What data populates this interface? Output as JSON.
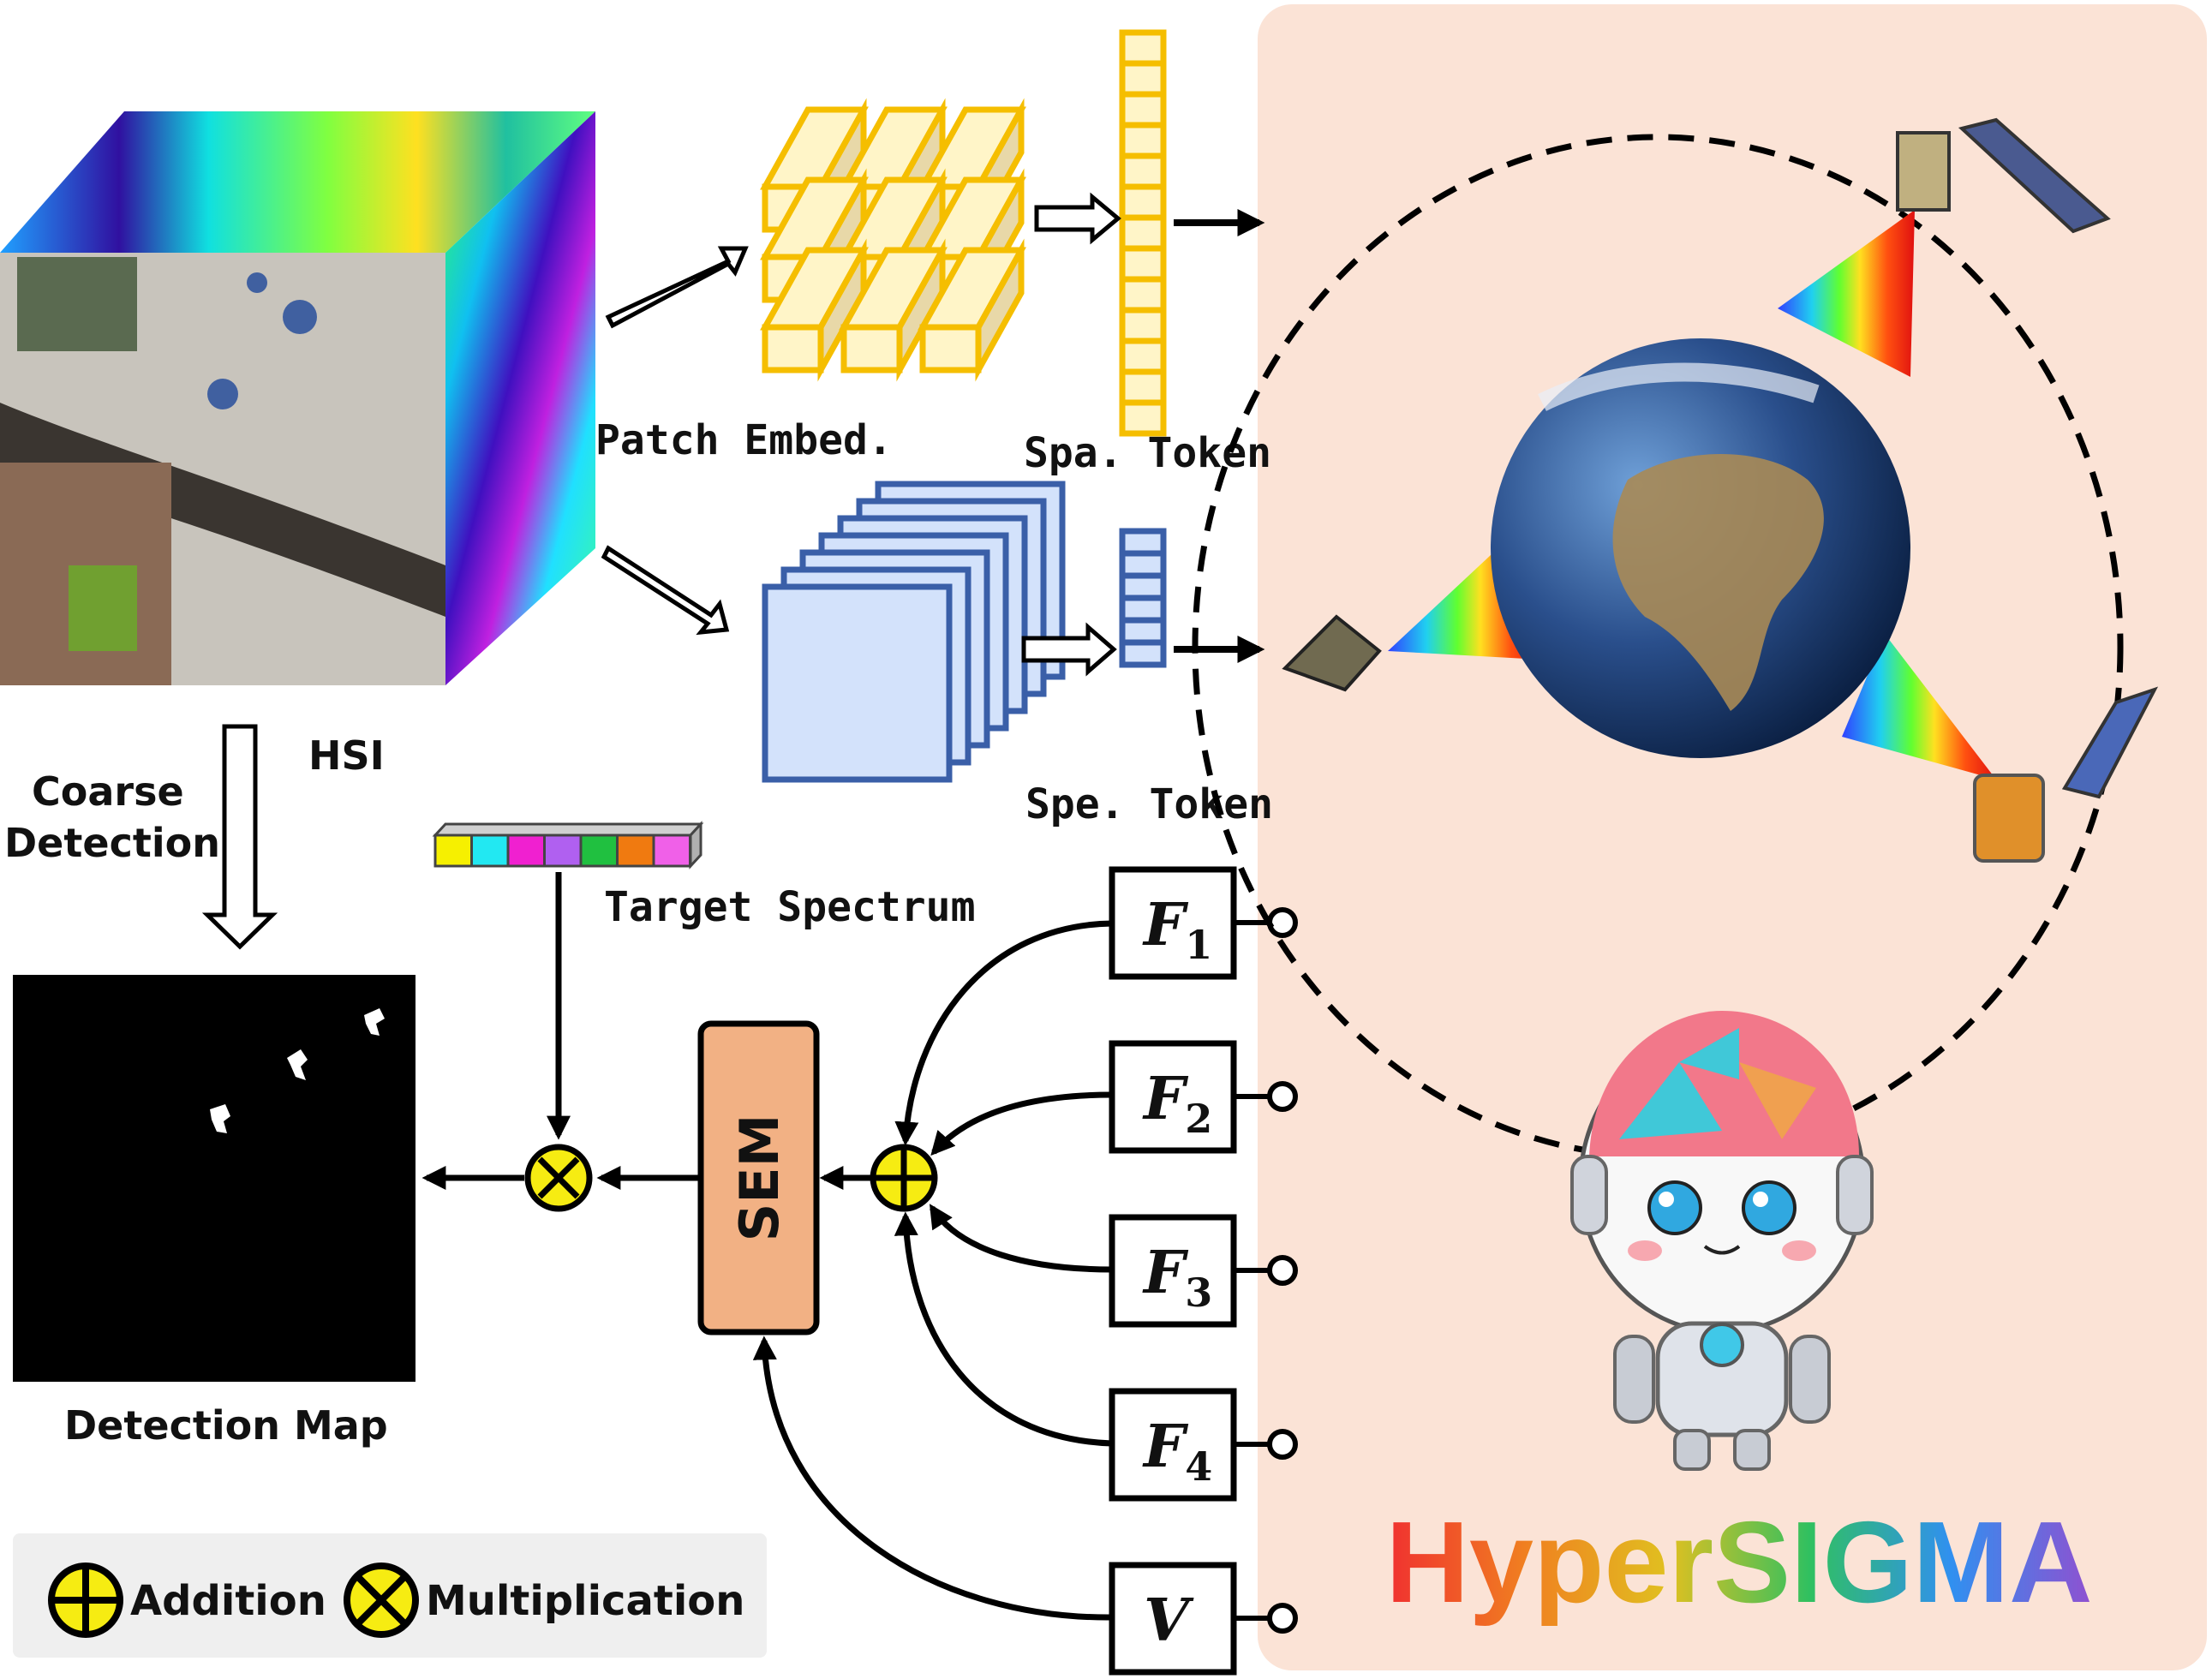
{
  "labels": {
    "patch_embed": "Patch Embed.",
    "spa_token": "Spa. Token",
    "spe_token": "Spe. Token",
    "hsi": "HSI",
    "coarse": "Coarse",
    "detection": "Detection",
    "target_spectrum": "Target Spectrum",
    "detection_map": "Detection Map",
    "sem": "SEM",
    "legend_addition": "Addition",
    "legend_multiplication": "Multiplication",
    "brand": "HyperSIGMA"
  },
  "features": [
    {
      "base": "F",
      "sub": "1"
    },
    {
      "base": "F",
      "sub": "2"
    },
    {
      "base": "F",
      "sub": "3"
    },
    {
      "base": "F",
      "sub": "4"
    },
    {
      "base": "V",
      "sub": ""
    }
  ],
  "colors": {
    "panel_bg": "#fbe3d6",
    "spa_token": "#f5be00",
    "spa_fill": "#fff5c8",
    "spe_token": "#3a5fa8",
    "spe_fill": "#d3e2fb",
    "sem_fill": "#f2b184",
    "op_fill": "#f6ec12",
    "legend_bg": "#efefef"
  },
  "target_spectrum_colors": [
    "#f6f000",
    "#22e8f2",
    "#f020d0",
    "#b060f0",
    "#20c040",
    "#f07a10",
    "#f060e8"
  ],
  "icons": {
    "addition": "circled-plus-icon",
    "multiplication": "circled-times-icon",
    "satellite": "satellite-icon",
    "earth": "earth-globe-icon",
    "robot": "robot-mascot-icon"
  }
}
